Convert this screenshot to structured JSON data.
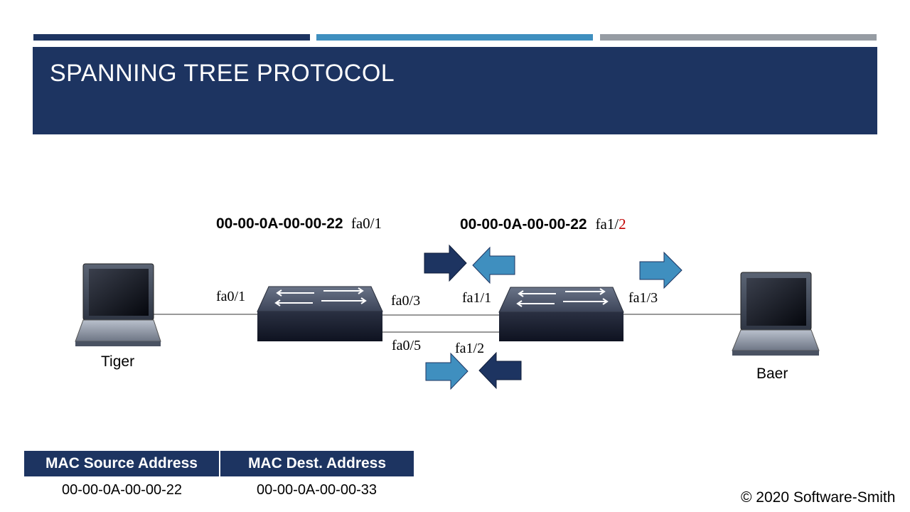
{
  "slide": {
    "title": "SPANNING TREE PROTOCOL",
    "top_bar_colors": [
      "#1d3461",
      "#3f8fbf",
      "#969ca3"
    ],
    "header_color": "#1d3461"
  },
  "diagram": {
    "frame_labels": {
      "left_mac": "00-00-0A-00-00-22",
      "left_port": "fa0/1",
      "right_mac": "00-00-0A-00-00-22",
      "right_port_prefix": "fa1/",
      "right_port_suffix": "2",
      "right_port_suffix_color": "#c00000"
    },
    "ports": {
      "tiger_link": "fa0/1",
      "sw1_top": "fa0/3",
      "sw1_bottom": "fa0/5",
      "sw2_top": "fa1/1",
      "sw2_bottom": "fa1/2",
      "sw2_right": "fa1/3"
    },
    "hosts": {
      "left": "Tiger",
      "right": "Baer"
    },
    "arrow_colors": {
      "dark": "#1d3461",
      "light": "#3f8fbf"
    }
  },
  "mac_table": {
    "headers": [
      "MAC Source Address",
      "MAC Dest. Address"
    ],
    "row": [
      "00-00-0A-00-00-22",
      "00-00-0A-00-00-33"
    ]
  },
  "footer": {
    "copyright": "© 2020 Software-Smith"
  }
}
